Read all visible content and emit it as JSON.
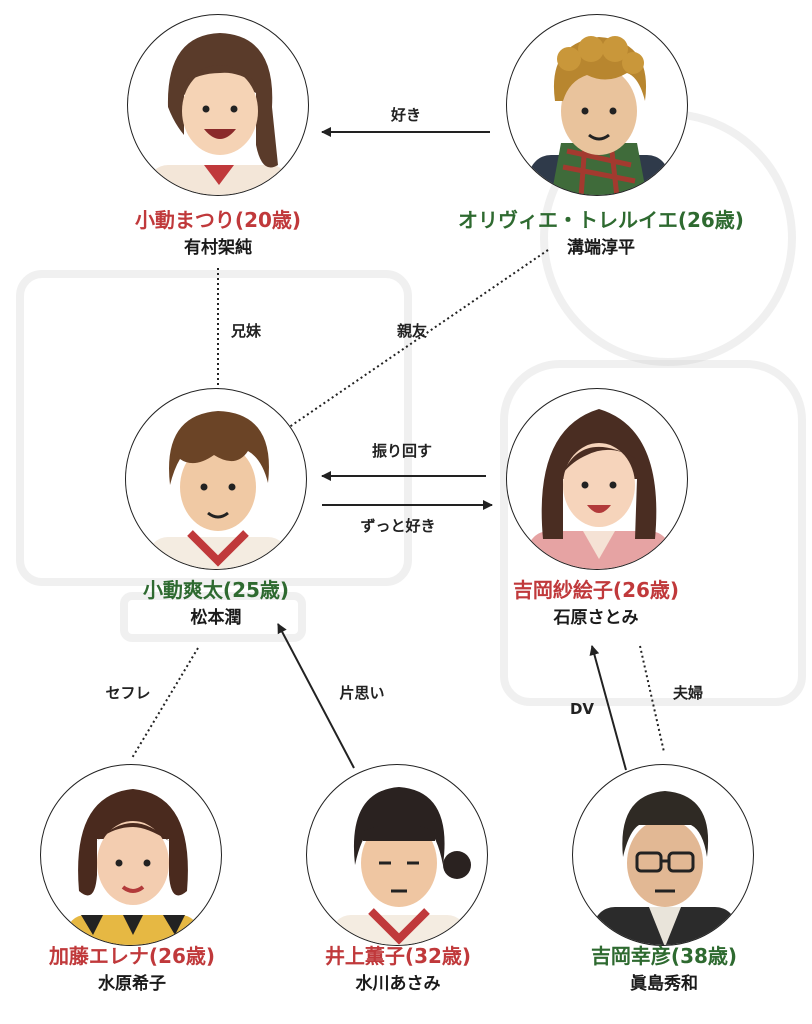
{
  "colors": {
    "red": "#c0393b",
    "green": "#2e6a30",
    "line": "#222222"
  },
  "characters": {
    "matsuri": {
      "role": "小動まつり(20歳)",
      "actor": "有村架純",
      "color": "red",
      "icon": "young-woman-ponytail-portrait"
    },
    "olivier": {
      "role": "オリヴィエ・トレルイエ(26歳)",
      "actor": "溝端淳平",
      "color": "green",
      "icon": "curly-blond-man-scarf-portrait"
    },
    "sota": {
      "role": "小動爽太(25歳)",
      "actor": "松本潤",
      "color": "green",
      "icon": "young-man-chef-portrait"
    },
    "saeko": {
      "role": "吉岡紗絵子(26歳)",
      "actor": "石原さとみ",
      "color": "red",
      "icon": "woman-pink-jacket-portrait"
    },
    "erena": {
      "role": "加藤エレナ(26歳)",
      "actor": "水原希子",
      "color": "red",
      "icon": "woman-bob-hair-portrait"
    },
    "kaoruko": {
      "role": "井上薫子(32歳)",
      "actor": "水川あさみ",
      "color": "red",
      "icon": "woman-chef-bun-portrait"
    },
    "yukihiko": {
      "role": "吉岡幸彦(38歳)",
      "actor": "眞島秀和",
      "color": "green",
      "icon": "man-glasses-suit-portrait"
    }
  },
  "relations": {
    "like": "好き",
    "siblings": "兄妹",
    "best_friends": "親友",
    "swings_around": "振り回す",
    "always_loved": "ずっと好き",
    "sex_friend": "セフレ",
    "one_sided": "片思い",
    "dv": "DV",
    "married": "夫婦"
  }
}
